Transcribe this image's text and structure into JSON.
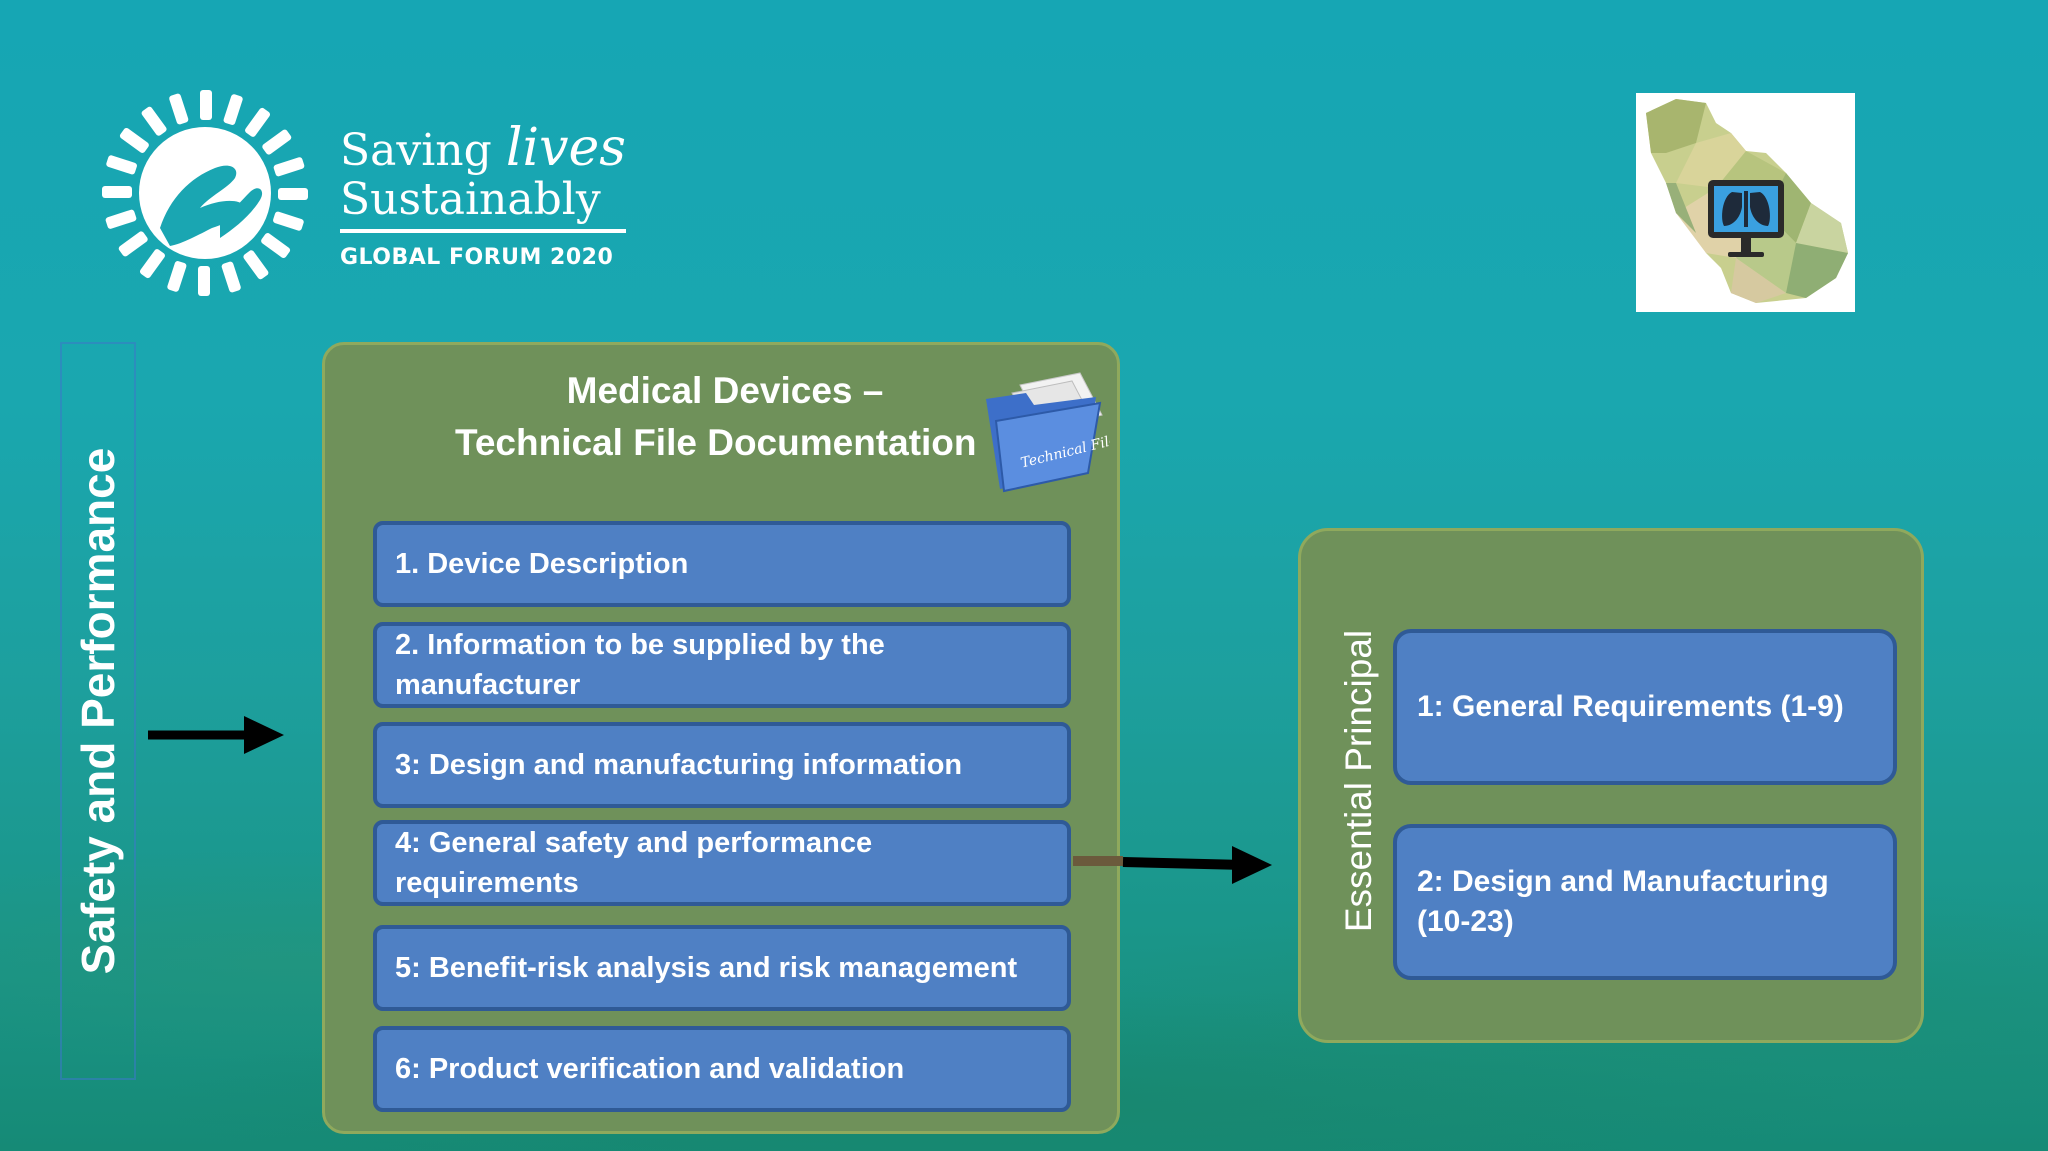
{
  "logo": {
    "line1_a": "Saving",
    "line1_b": "lives",
    "line2": "Sustainably",
    "line3": "GLOBAL FORUM 2020"
  },
  "side_label": "Safety and Performance",
  "technical_file": {
    "title_line1": "Medical Devices –",
    "title_line2": "Technical File Documentation",
    "folder_label": "Technical File",
    "items": [
      "1. Device Description",
      "2. Information to be supplied by the manufacturer",
      "3: Design and manufacturing information",
      "4: General safety and performance requirements",
      "5: Benefit-risk analysis and risk management",
      "6: Product verification and validation"
    ]
  },
  "essential_principal": {
    "label": "Essential Principal",
    "items": [
      "1: General Requirements (1-9)",
      "2: Design and Manufacturing (10-23)"
    ]
  },
  "colors": {
    "panel": "#6f915a",
    "box": "#4f80c4",
    "box_border": "#2f5a96"
  }
}
